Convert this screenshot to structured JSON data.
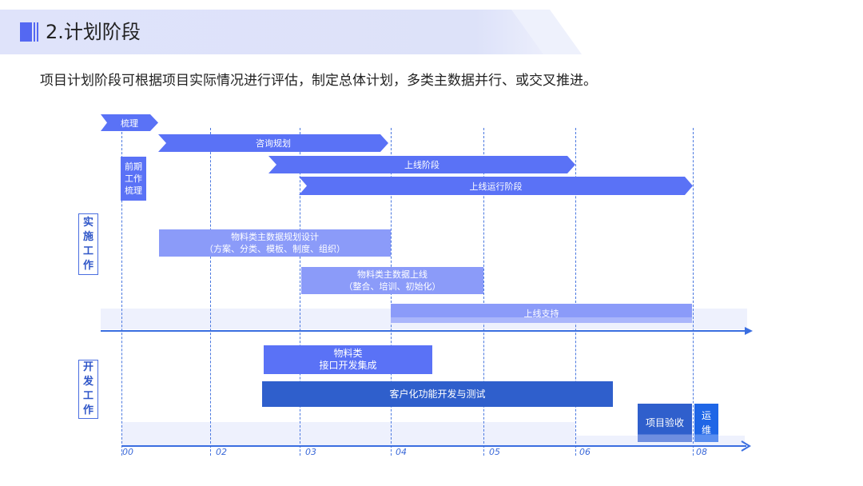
{
  "header": {
    "title": "2.计划阶段"
  },
  "description": "项目计划阶段可根据项目实际情况进行评估，制定总体计划，多类主数据并行、或交叉推进。",
  "phases": {
    "p1": "梳理",
    "p2": "咨询规划",
    "p3": "上线阶段",
    "p4": "上线运行阶段"
  },
  "pre_box": [
    "前期",
    "工作",
    "梳理"
  ],
  "sections": {
    "impl": [
      "实",
      "施",
      "工",
      "作"
    ],
    "dev": [
      "开",
      "发",
      "工",
      "作"
    ]
  },
  "impl_tasks": {
    "t1": [
      "物料类主数据规划设计",
      "（方案、分类、模板、制度、组织）"
    ],
    "t2": [
      "物料类主数据上线",
      "（整合、培训、初始化）"
    ],
    "t3": "上线支持"
  },
  "dev_tasks": {
    "t1": [
      "物料类",
      "接口开发集成"
    ],
    "t2": "客户化功能开发与测试",
    "t3": "项目验收",
    "t4": [
      "运",
      "维"
    ]
  },
  "ticks": [
    "00",
    "02",
    "03",
    "04",
    "05",
    "06",
    "08"
  ],
  "colors": {
    "chevron": "#5a72f6",
    "light": "#8b9bf9",
    "dark": "#2f5fcc",
    "accent": "#1f66e6"
  }
}
